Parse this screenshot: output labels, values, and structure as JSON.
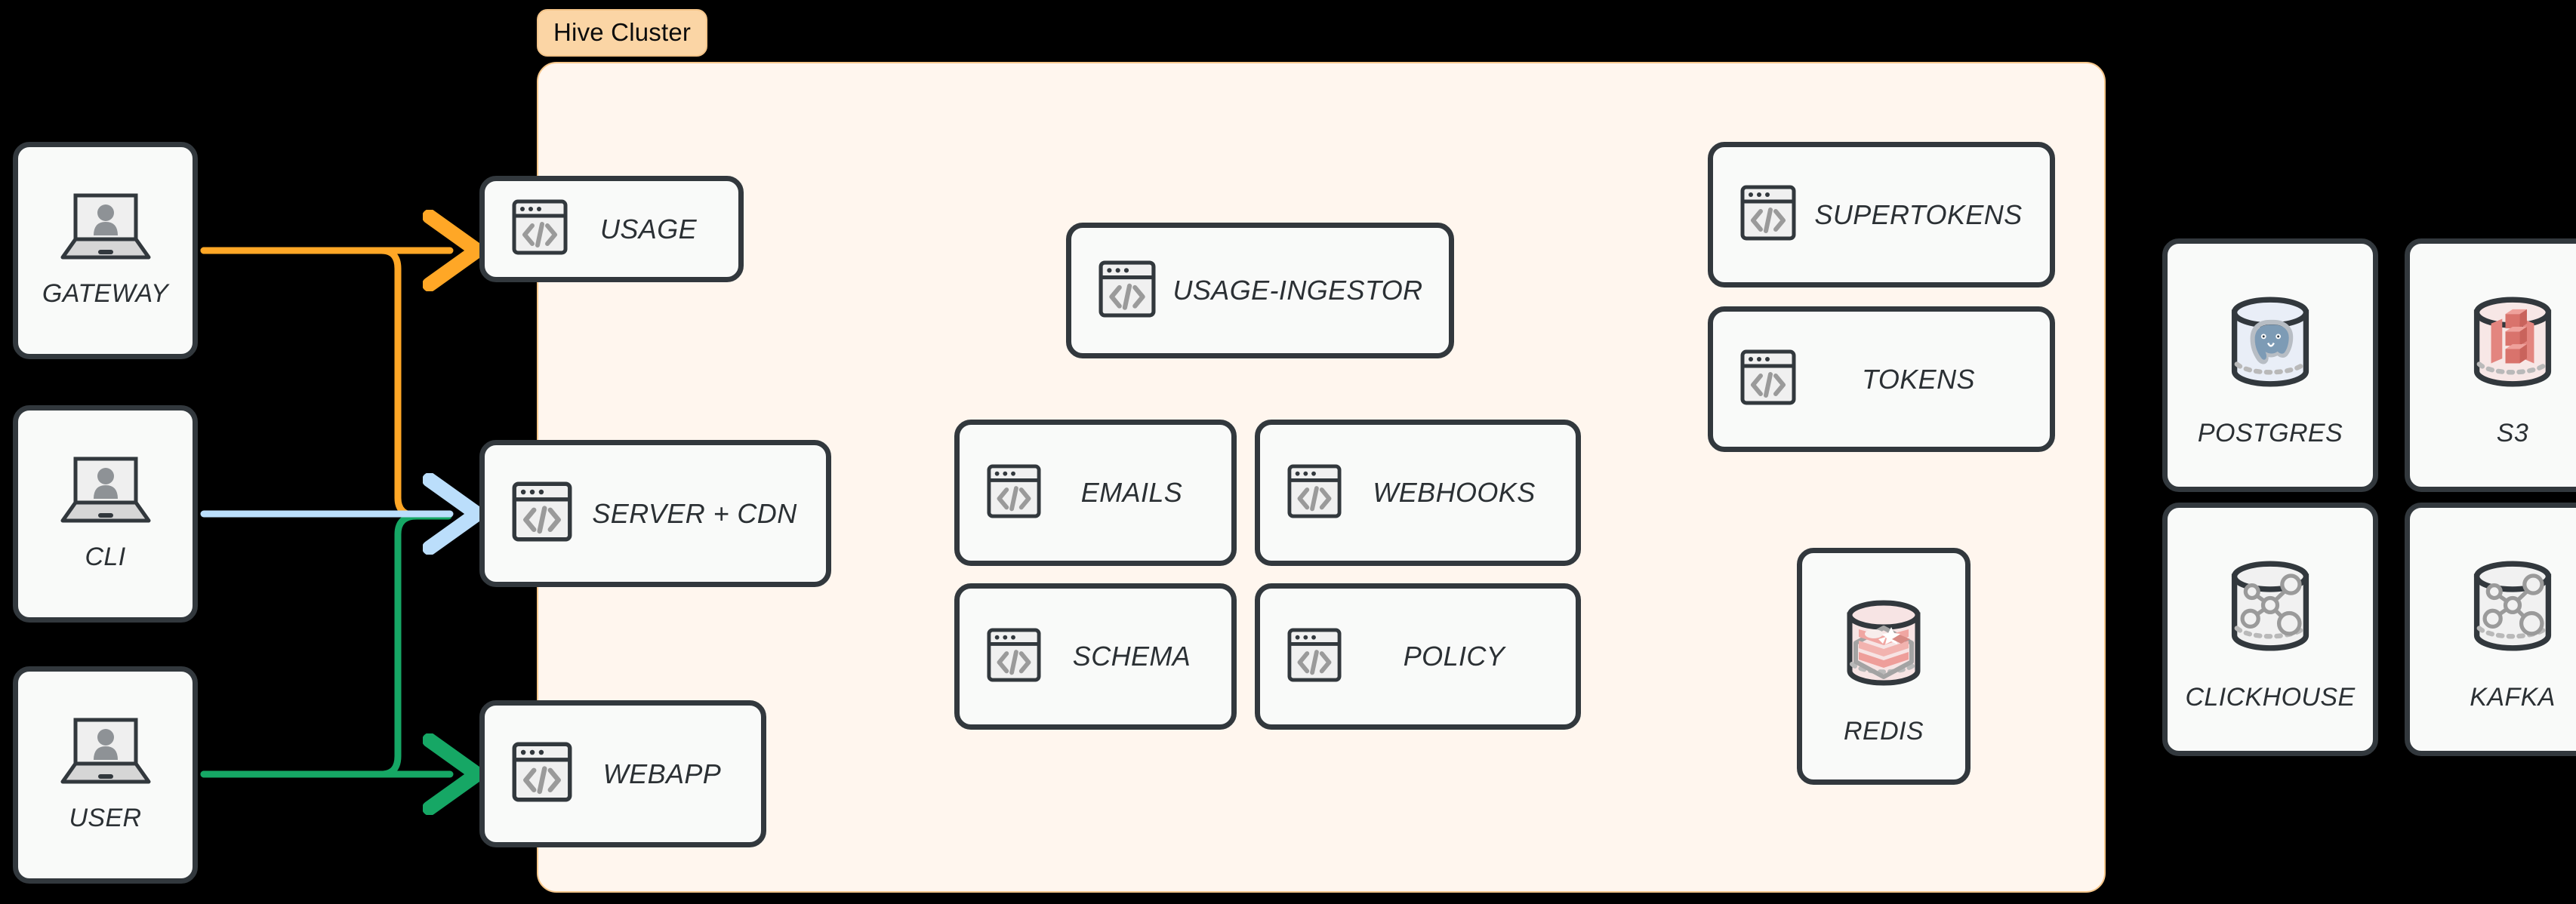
{
  "diagram": {
    "background_color": "#000000",
    "cluster": {
      "label": "Hive Cluster",
      "badge_bg": "#FBD5A5",
      "panel_bg": "#FFF6EE",
      "panel_border": "#F6C68A"
    },
    "clients": [
      {
        "label": "GATEWAY",
        "icon": "laptop-user-icon"
      },
      {
        "label": "CLI",
        "icon": "laptop-user-icon"
      },
      {
        "label": "USER",
        "icon": "laptop-user-icon"
      }
    ],
    "edge_services": [
      {
        "label": "USAGE",
        "icon": "code-window-icon"
      },
      {
        "label": "SERVER + CDN",
        "icon": "code-window-icon"
      },
      {
        "label": "WEBAPP",
        "icon": "code-window-icon"
      }
    ],
    "core_services": [
      {
        "label": "USAGE-INGESTOR",
        "icon": "code-window-icon"
      },
      {
        "label": "EMAILS",
        "icon": "code-window-icon"
      },
      {
        "label": "WEBHOOKS",
        "icon": "code-window-icon"
      },
      {
        "label": "SCHEMA",
        "icon": "code-window-icon"
      },
      {
        "label": "POLICY",
        "icon": "code-window-icon"
      }
    ],
    "auth_services": [
      {
        "label": "SUPERTOKENS",
        "icon": "code-window-icon"
      },
      {
        "label": "TOKENS",
        "icon": "code-window-icon"
      }
    ],
    "cluster_datastores": [
      {
        "label": "REDIS",
        "icon": "redis-cylinder-icon"
      }
    ],
    "external_datastores": [
      {
        "label": "POSTGRES",
        "icon": "postgres-cylinder-icon"
      },
      {
        "label": "S3",
        "icon": "s3-cylinder-icon"
      },
      {
        "label": "CLICKHOUSE",
        "icon": "graph-cylinder-icon"
      },
      {
        "label": "KAFKA",
        "icon": "graph-cylinder-icon"
      }
    ],
    "connections": [
      {
        "from": "GATEWAY",
        "to": "USAGE",
        "color": "#FFA726"
      },
      {
        "from": "GATEWAY",
        "to": "SERVER + CDN",
        "color": "#FFA726"
      },
      {
        "from": "CLI",
        "to": "SERVER + CDN",
        "color": "#BBDEFB"
      },
      {
        "from": "USER",
        "to": "WEBAPP",
        "color": "#16A765"
      },
      {
        "from": "USER",
        "to": "SERVER + CDN",
        "color": "#16A765"
      }
    ],
    "colors": {
      "gateway_edge": "#FFA726",
      "cli_edge": "#BBDEFB",
      "user_edge": "#16A765",
      "node_border": "#32383D",
      "node_fill": "#F9FAF9",
      "label_text": "#2b3034"
    }
  }
}
